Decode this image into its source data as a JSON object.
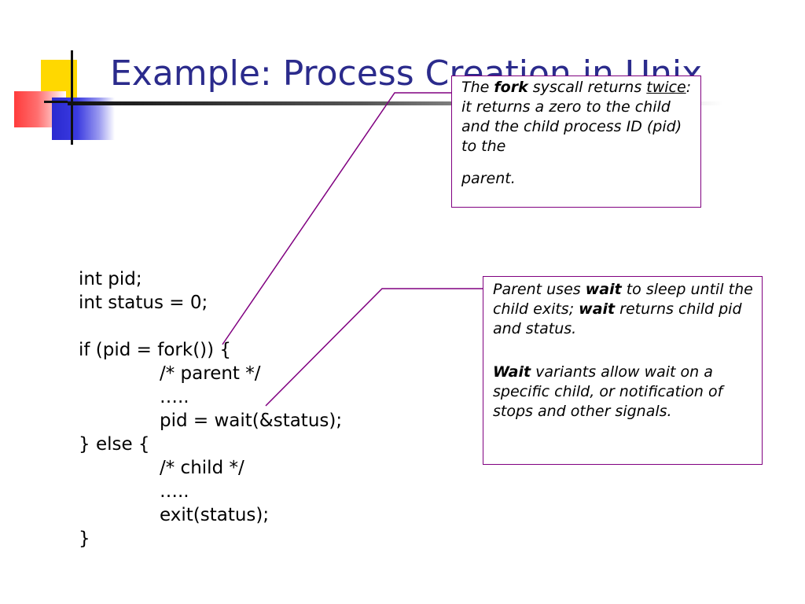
{
  "slide": {
    "title": "Example: Process Creation in Unix"
  },
  "code": {
    "line1": "int pid;",
    "line2": "int status = 0;",
    "line3": "if (pid = fork()) {",
    "line4": "/* parent */",
    "line5": "…..",
    "line6": "pid = wait(&status);",
    "line7": "} else {",
    "line8": "/* child */",
    "line9": "…..",
    "line10": "exit(status);",
    "line11": "}"
  },
  "callout_fork": {
    "t1": "The ",
    "t2": "fork",
    "t3": " syscall returns ",
    "t4": "twice",
    "t5": ": it returns a zero to the child and the child process ID (pid) to the",
    "t6": "parent."
  },
  "callout_wait": {
    "p1a": "Parent uses ",
    "p1b": "wait",
    "p1c": " to sleep until the child exits; ",
    "p1d": "wait",
    "p1e": " returns child pid and status.",
    "p2a": "Wait",
    "p2b": " variants allow wait on a specific child, or notification of stops and other signals."
  },
  "colors": {
    "title": "#2b2b8c",
    "callout_border": "#800080",
    "connector": "#800080"
  }
}
